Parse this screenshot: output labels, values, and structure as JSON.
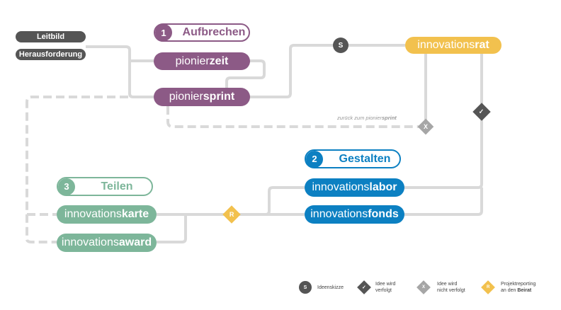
{
  "inputs": {
    "leitbild": "Leitbild",
    "herausforderung": "Herausforderung"
  },
  "phase1": {
    "num": "1",
    "title": "Aufbrechen",
    "items": [
      {
        "pre": "pionier",
        "bold": "zeit"
      },
      {
        "pre": "pionier",
        "bold": "sprint"
      }
    ]
  },
  "phase2": {
    "num": "2",
    "title": "Gestalten",
    "items": [
      {
        "pre": "innovations",
        "bold": "labor"
      },
      {
        "pre": "innovations",
        "bold": "fonds"
      }
    ]
  },
  "phase3": {
    "num": "3",
    "title": "Teilen",
    "items": [
      {
        "pre": "innovations",
        "bold": "karte"
      },
      {
        "pre": "innovations",
        "bold": "award"
      }
    ]
  },
  "rat": {
    "pre": "innovations",
    "bold": "rat"
  },
  "markers": {
    "s": "S",
    "check": "✓",
    "x": "X",
    "r": "R"
  },
  "back_note": {
    "pre": "zurück zum pionier",
    "bold": "sprint"
  },
  "legend": [
    {
      "symbol": "S",
      "text": "Ideenskizze"
    },
    {
      "symbol": "✓",
      "text1": "Idee wird",
      "text2": "verfolgt"
    },
    {
      "symbol": "X",
      "text1": "Idee wird",
      "text2": "nicht verfolgt"
    },
    {
      "symbol": "R",
      "text1": "Projektreporting",
      "text2pre": "an den ",
      "text2bold": "Beirat"
    }
  ],
  "colors": {
    "purple": "#8c5a86",
    "blue": "#0c80c2",
    "green": "#7db69a",
    "yellow": "#f2c14e",
    "gray": "#555555",
    "line": "#d9d9d9"
  }
}
